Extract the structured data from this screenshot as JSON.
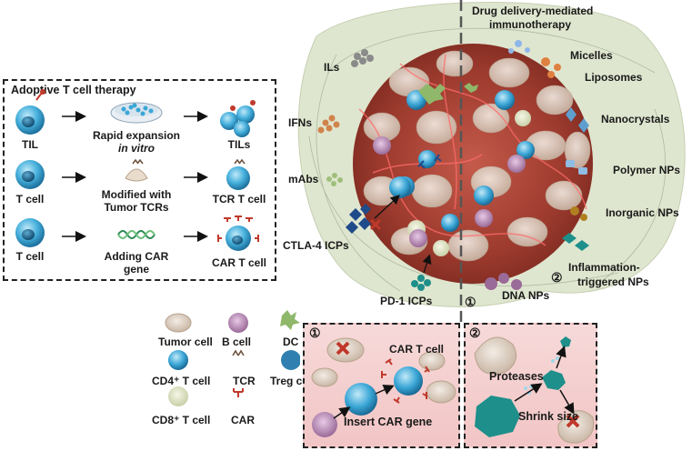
{
  "left_panel": {
    "title": "Adoptive T cell therapy",
    "rows": [
      {
        "source": "TIL",
        "step1": "Rapid expansion",
        "step2": "in vitro",
        "result": "TILs"
      },
      {
        "source": "T cell",
        "step1": "Modified with",
        "step2": "Tumor TCRs",
        "result": "TCR T cell"
      },
      {
        "source": "T cell",
        "step1": "Adding CAR",
        "step2": "gene",
        "result": "CAR T cell"
      }
    ]
  },
  "center": {
    "left_labels": {
      "ils": "ILs",
      "ifns": "IFNs",
      "mabs": "mAbs",
      "ctla4": "CTLA-4 ICPs",
      "pd1": "PD-1 ICPs"
    },
    "right_title_line1": "Drug delivery-mediated",
    "right_title_line2": "immunotherapy",
    "right_labels": {
      "micelles": "Micelles",
      "liposomes": "Liposomes",
      "nanocrystals": "Nanocrystals",
      "polymer": "Polymer NPs",
      "inorganic": "Inorganic NPs",
      "inflam_line1": "Inflammation-",
      "inflam_line2": "triggered NPs",
      "dna": "DNA NPs"
    },
    "marker1": "①",
    "marker2": "②"
  },
  "legend": {
    "tumor": "Tumor cell",
    "bcell": "B cell",
    "dc": "DC",
    "cd4": "CD4⁺ T cell",
    "tcr": "TCR",
    "treg": "Treg cell",
    "cd8": "CD8⁺ T cell",
    "car": "CAR"
  },
  "inset1": {
    "marker": "①",
    "car_t": "CAR T cell",
    "insert": "Insert CAR gene"
  },
  "inset2": {
    "marker": "②",
    "proteases": "Proteases",
    "shrink": "Shrink size"
  },
  "colors": {
    "tcell": "#3aa6d6",
    "tumor_core": "#9c3a2e",
    "stroma": "#dfe6cf",
    "car_red": "#c0392b",
    "nano_teal": "#1e8f8a"
  }
}
